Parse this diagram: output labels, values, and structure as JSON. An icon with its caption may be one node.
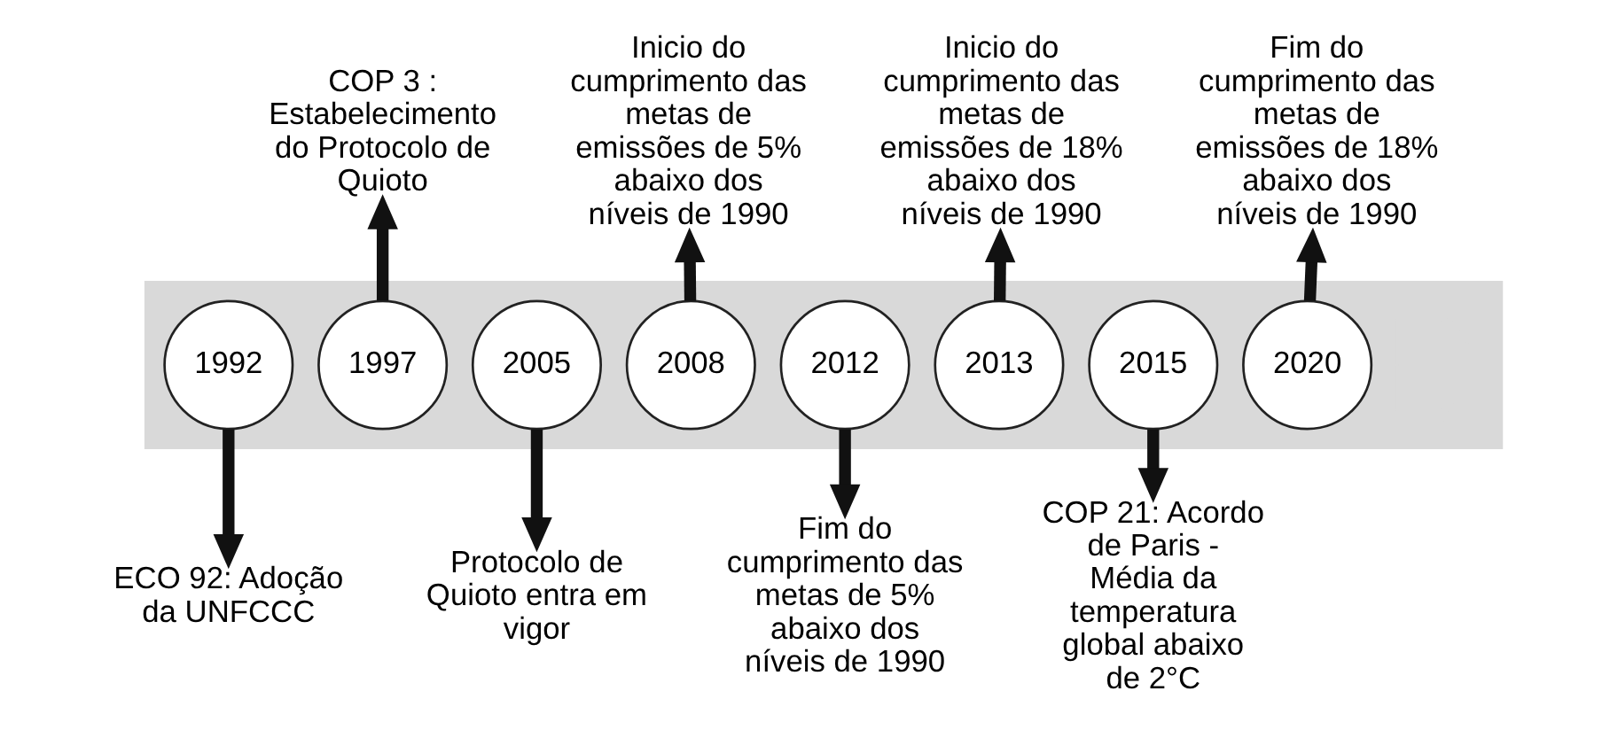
{
  "diagram": {
    "nodes": [
      {
        "text": [],
        "shape": "arrow"
      },
      {
        "text": [
          "1992"
        ],
        "in": 0
      },
      {
        "text": [
          "1997"
        ],
        "in": 0
      },
      {
        "text": [
          "2005"
        ],
        "in": 0
      },
      {
        "text": [
          "2008"
        ],
        "in": 0
      },
      {
        "text": [
          "2012"
        ],
        "in": 0
      },
      {
        "text": [
          "2013"
        ],
        "in": 0
      },
      {
        "text": [
          "2015"
        ],
        "in": 0
      },
      {
        "text": [
          "2020"
        ],
        "in": 0
      },
      {
        "text": [
          "COP 3 : Estabelecimento do Protocolo de Quioto"
        ]
      },
      {
        "text": [
          "Inicio do cumprimento das metas de emissões de 5% abaixo dos níveis de 1990"
        ]
      },
      {
        "text": [
          "Inicio do cumprimento das metas de emissões de 18% abaixo dos níveis de 1990"
        ]
      },
      {
        "text": [
          "Fim do cumprimento das metas de emissões de 18% abaixo dos níveis de 1990"
        ]
      },
      {
        "text": [
          "ECO 92: Adoção da UNFCCC"
        ]
      },
      {
        "text": [
          "Protocolo de Quioto entra em vigor"
        ]
      },
      {
        "text": [
          "Fim do cumprimento das metas de 5% abaixo dos níveis de 1990"
        ]
      },
      {
        "text": [
          "COP 21: Acordo de Paris - Média da temperatura global abaixo de 2°C"
        ]
      }
    ],
    "edges": [
      {
        "from": 1,
        "to": 13,
        "arrow": "to"
      },
      {
        "from": 2,
        "to": 9,
        "arrow": "to"
      },
      {
        "from": 3,
        "to": 14,
        "arrow": "to"
      },
      {
        "from": 4,
        "to": 10,
        "arrow": "to"
      },
      {
        "from": 5,
        "to": 15,
        "arrow": "to"
      },
      {
        "from": 6,
        "to": 11,
        "arrow": "to"
      },
      {
        "from": 7,
        "to": 16,
        "arrow": "to"
      },
      {
        "from": 8,
        "to": 12,
        "arrow": "to"
      }
    ]
  }
}
